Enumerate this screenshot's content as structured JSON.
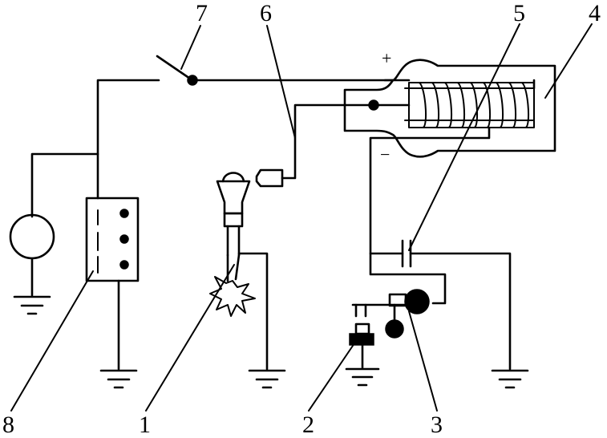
{
  "diagram": {
    "callouts": {
      "c1": "1",
      "c2": "2",
      "c3": "3",
      "c4": "4",
      "c5": "5",
      "c6": "6",
      "c7": "7",
      "c8": "8"
    },
    "polarity": {
      "plus": "+",
      "minus": "−"
    }
  }
}
